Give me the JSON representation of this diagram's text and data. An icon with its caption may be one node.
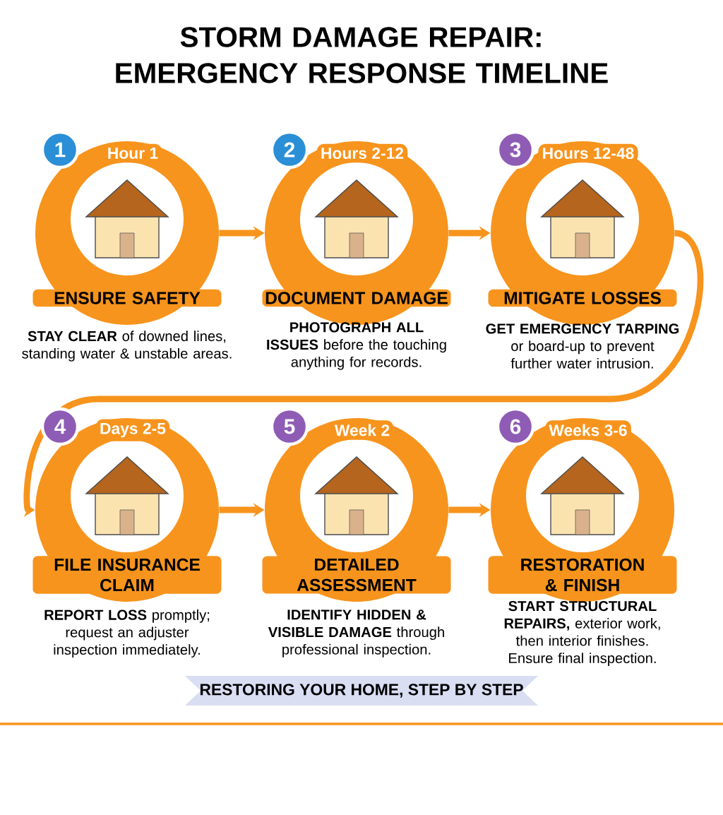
{
  "diagram": {
    "title": "STORM DAMAGE REPAIR: EMERGENCY RESPONSE TIMELINE",
    "nodes": [
      {
        "text": [
          "1",
          "Hour 1",
          "ENSURE SAFETY"
        ],
        "beside": [
          "**STAY CLEAR** of downed lines, standing water & unstable areas."
        ]
      },
      {
        "text": [
          "2",
          "Hours 2-12",
          "DOCUMENT DAMAGE"
        ],
        "beside": [
          "**PHOTOGRAPH ALL ISSUES** before the touching anything for records."
        ]
      },
      {
        "text": [
          "3",
          "Hours 12-48",
          "MITIGATE LOSSES"
        ],
        "beside": [
          "**GET EMERGENCY TARPING** or board-up to prevent further water intrusion."
        ]
      },
      {
        "text": [
          "4",
          "Days 2-5",
          "FILE INSURANCE CLAIM"
        ],
        "beside": [
          "**REPORT LOSS** promptly; request an adjuster inspection immediately."
        ]
      },
      {
        "text": [
          "5",
          "Week 2",
          "DETAILED ASSESSMENT"
        ],
        "beside": [
          "**IDENTIFY HIDDEN & VISIBLE DAMAGE** through professional inspection."
        ]
      },
      {
        "text": [
          "6",
          "Weeks 3-6",
          "RESTORATION & FINISH"
        ],
        "beside": [
          "**START STRUCTURAL REPAIRS,** exterior work, then interior finishes. Ensure final inspection."
        ]
      }
    ],
    "edges": [
      {
        "from": 0,
        "to": 1,
        "arrow": "to"
      },
      {
        "from": 1,
        "to": 2,
        "arrow": "to"
      },
      {
        "from": 2,
        "to": 3,
        "arrow": "to"
      },
      {
        "from": 3,
        "to": 4,
        "arrow": "to"
      },
      {
        "from": 4,
        "to": 5,
        "arrow": "to"
      }
    ],
    "labels": [
      "RESTORING YOUR HOME, STEP BY STEP"
    ]
  }
}
